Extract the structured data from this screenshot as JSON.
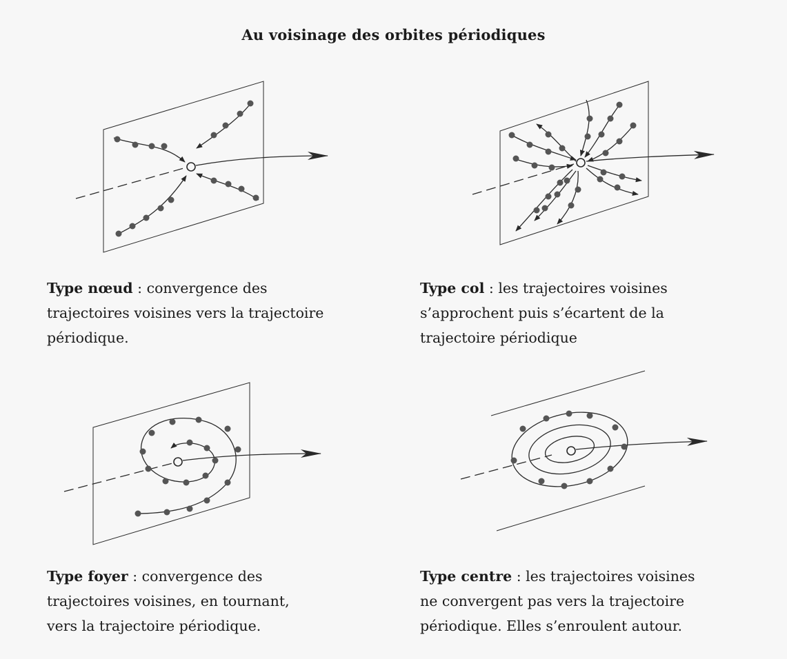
{
  "title": "Au voisinage des orbites périodiques",
  "panels": [
    {
      "id": "noeud",
      "name": "Type nœud",
      "text": " : convergence des trajectoires voisines vers la trajectoire périodique."
    },
    {
      "id": "col",
      "name": "Type col",
      "text": " : les trajectoires voisines s’approchent puis s’écartent de la trajectoire périodique"
    },
    {
      "id": "foyer",
      "name": "Type foyer",
      "text": " : convergence des trajectoires voisines, en tournant, vers la trajectoire périodique."
    },
    {
      "id": "centre",
      "name": "Type centre",
      "text": " : les trajectoires voisines ne convergent pas vers la trajectoire périodique. Elles s’enroulent autour."
    }
  ],
  "colors": {
    "ink": "#2a2a2a",
    "dot": "#555555",
    "paper": "#f7f7f7"
  }
}
